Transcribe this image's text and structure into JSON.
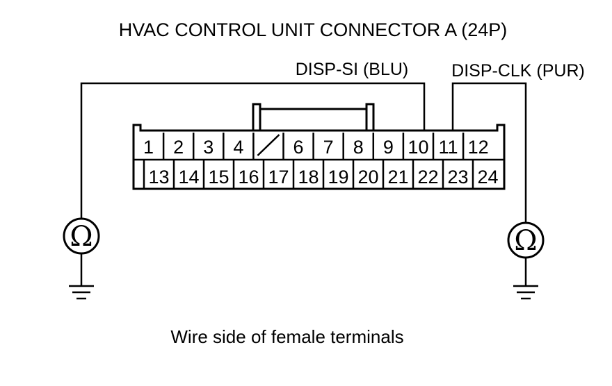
{
  "title": "HVAC CONTROL UNIT CONNECTOR A (24P)",
  "wires": {
    "disp_si": "DISP-SI (BLU)",
    "disp_clk": "DISP-CLK (PUR)"
  },
  "connector": {
    "top_row": [
      "1",
      "2",
      "3",
      "4",
      "",
      "6",
      "7",
      "8",
      "9",
      "10",
      "11",
      "12"
    ],
    "bottom_row": [
      "13",
      "14",
      "15",
      "16",
      "17",
      "18",
      "19",
      "20",
      "21",
      "22",
      "23",
      "24"
    ]
  },
  "meters": {
    "left_symbol": "Ω",
    "right_symbol": "Ω"
  },
  "icons": [
    "ohmmeter-icon",
    "ground-icon"
  ],
  "caption": "Wire side of female terminals"
}
